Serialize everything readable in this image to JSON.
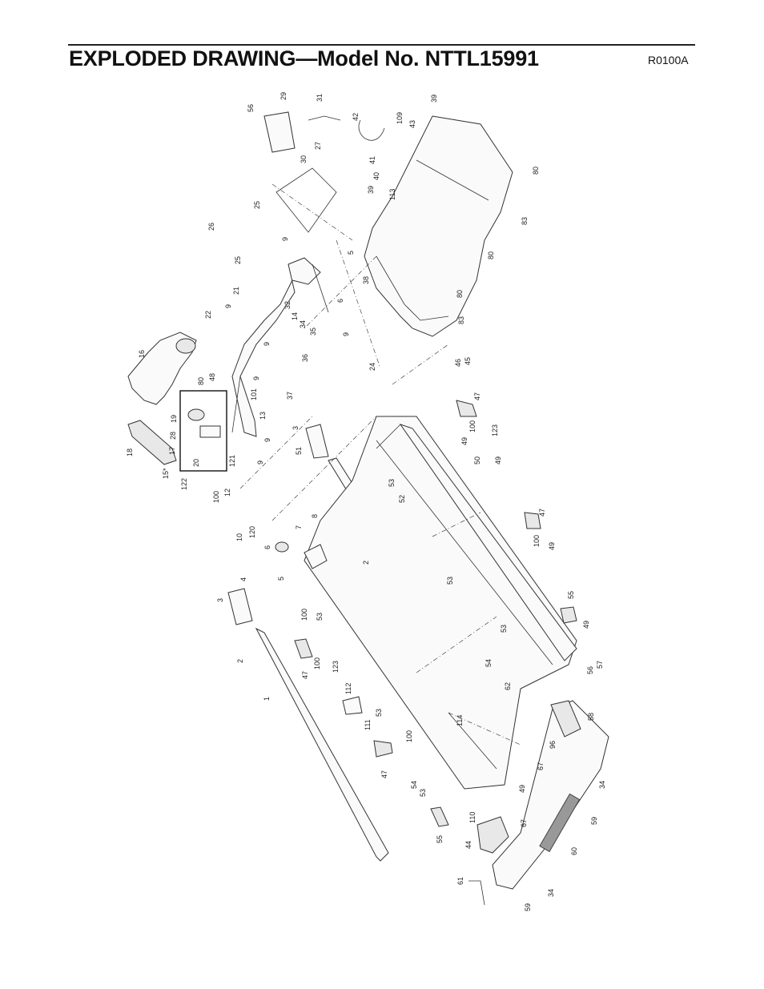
{
  "header": {
    "title": "EXPLODED DRAWING—Model No. NTTL15991",
    "code": "R0100A"
  },
  "callouts": {
    "c1": "1",
    "c2a": "2",
    "c2b": "2",
    "c3a": "3",
    "c3b": "3",
    "c4": "4",
    "c5a": "5",
    "c5b": "5",
    "c6a": "6",
    "c6b": "6",
    "c7": "7",
    "c8": "8",
    "c9a": "9",
    "c9b": "9",
    "c9c": "9",
    "c9d": "9",
    "c9e": "9",
    "c9f": "9",
    "c9g": "9",
    "c10": "10",
    "c12": "12",
    "c13": "13",
    "c14": "14",
    "c15": "15*",
    "c16": "16",
    "c17": "17",
    "c18": "18",
    "c19": "19",
    "c20": "20",
    "c21": "21",
    "c22": "22",
    "c24": "24",
    "c25a": "25",
    "c25b": "25",
    "c26": "26",
    "c27": "27",
    "c28": "28",
    "c29": "29",
    "c30": "30",
    "c31": "31",
    "c32": "32",
    "c34a": "34",
    "c34b": "34",
    "c34c": "34",
    "c35": "35",
    "c36": "36",
    "c37": "37",
    "c38": "38",
    "c39a": "39",
    "c39b": "39",
    "c40": "40",
    "c41": "41",
    "c42": "42",
    "c43": "43",
    "c44": "44",
    "c45": "45",
    "c46": "46",
    "c47a": "47",
    "c47b": "47",
    "c47c": "47",
    "c47d": "47",
    "c48": "48",
    "c49a": "49",
    "c49b": "49",
    "c49c": "49",
    "c49d": "49",
    "c49e": "49",
    "c50": "50",
    "c51": "51",
    "c52": "52",
    "c53a": "53",
    "c53b": "53",
    "c53c": "53",
    "c53d": "53",
    "c53e": "53",
    "c53f": "53",
    "c54a": "54",
    "c54b": "54",
    "c55a": "55",
    "c55b": "55",
    "c56a": "56",
    "c56b": "56",
    "c57": "57",
    "c58": "58",
    "c59a": "59",
    "c59b": "59",
    "c60": "60",
    "c61": "61",
    "c62": "62",
    "c67a": "67",
    "c67b": "67",
    "c80a": "80",
    "c80b": "80",
    "c80c": "80",
    "c80d": "80",
    "c83a": "83",
    "c83b": "83",
    "c96": "96",
    "c100a": "100",
    "c100b": "100",
    "c100c": "100",
    "c100d": "100",
    "c100e": "100",
    "c100f": "100",
    "c101": "101",
    "c109": "109",
    "c110": "110",
    "c111": "111",
    "c112": "112",
    "c113": "113",
    "c114": "114",
    "c120": "120",
    "c121": "121",
    "c122": "122",
    "c123a": "123",
    "c123b": "123"
  }
}
